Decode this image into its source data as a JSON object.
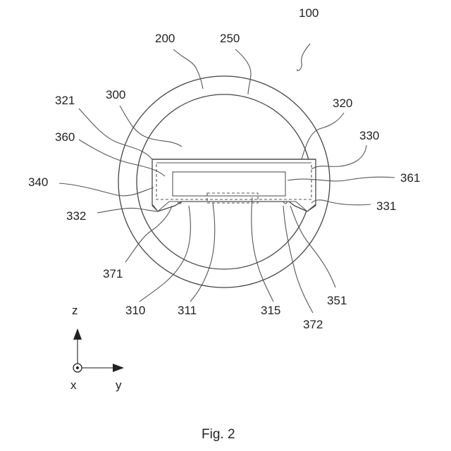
{
  "labels": {
    "r100": "100",
    "r200": "200",
    "r250": "250",
    "r300": "300",
    "r310": "310",
    "r311": "311",
    "r315": "315",
    "r320": "320",
    "r321": "321",
    "r330": "330",
    "r331": "331",
    "r332": "332",
    "r340": "340",
    "r351": "351",
    "r360": "360",
    "r361": "361",
    "r371": "371",
    "r372": "372"
  },
  "axes": {
    "z": "z",
    "y": "y",
    "x": "x"
  },
  "caption": "Fig. 2"
}
